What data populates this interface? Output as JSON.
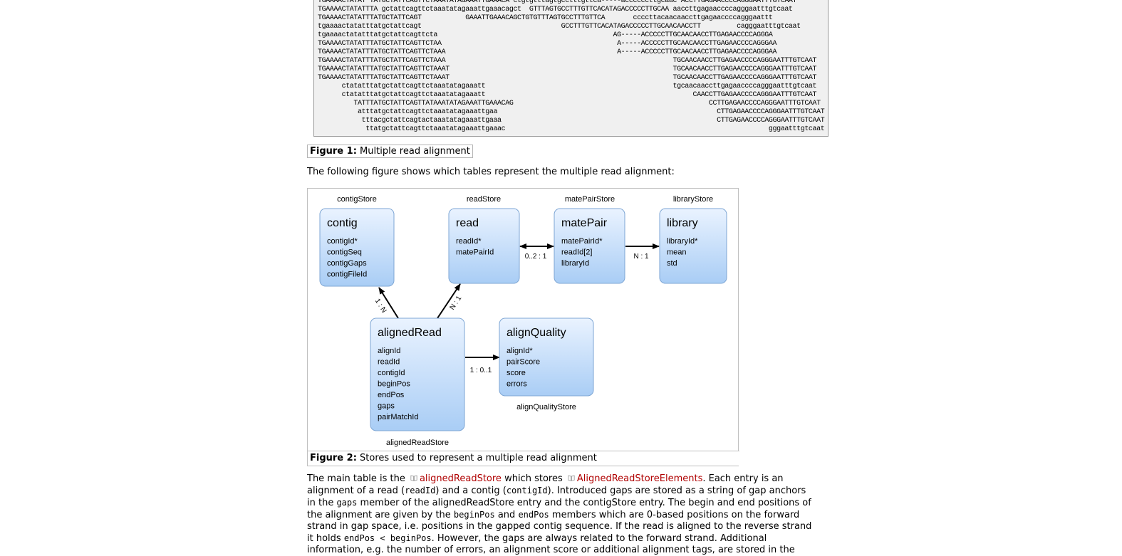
{
  "alignment_lines": [
    "TGAAAACTATAT TATGCTATTCAGTTCTAAATATAGAAATTGAAACA ctgtgtttagtgcctttgttca-----accccccttgcaac ACCTTGAGAACCCCAGGGAATTTGTCAAT",
    "TGAAAACTATATTTA gctattcagttctaaatatagaaattgaaacagct  GTTTAGTGCCTTTGTTCACATAGACCCCCTTGCAA aaccttgagaaccccagggaatttgtcaat",
    "TGAAAACTATATTTATGCTATTCAGT           GAAATTGAAACAGCTGTGTTTAGTGCCTTTGTTCA       ccccttacaacaaccttgagaaccccagggaattt",
    "tgaaaactatatttatgctattcagt                                   GCCTTTGTTCACATAGACCCCCTTGCAACAACCTT         cagggaatttgtcaat",
    "tgaaaactatatttatgctattcagttcta                                            AG-----ACCCCCTTGCAACAACCTTGAGAACCCCAGGGA",
    "TGAAAACTATATTTATGCTATTCAGTTCTAA                                            A-----ACCCCCTTGCAACAACCTTGAGAACCCCAGGGAA",
    "TGAAAACTATATTTATGCTATTCAGTTCTAAA                                           A-----ACCCCCTTGCAACAACCTTGAGAACCCCAGGGAA",
    "TGAAAACTATATTTATGCTATTCAGTTCTAAA                                                         TGCAACAACCTTGAGAACCCCAGGGAATTTGTCAAT",
    "TGAAAACTATATTTATGCTATTCAGTTCTAAAT                                                        TGCAACAACCTTGAGAACCCCAGGGAATTTGTCAAT",
    "TGAAAACTATATTTATGCTATTCAGTTCTAAAT                                                        TGCAACAACCTTGAGAACCCCAGGGAATTTGTCAAT",
    "      ctatatttatgctattcagttctaaatatagaaatt                                               tgcaacaaccttgagaaccccagggaatttgtcaat",
    "      ctatatttatgctattcagttctaaatatagaaatt                                                    CAACCTTGAGAACCCCAGGGAATTTGTCAAT",
    "         TATTTATGCTATTCAGTTATAAATATAGAAATTGAAACAG                                                 CCTTGAGAACCCCAGGGAATTTGTCAAT",
    "          atttatgctattcagttctaaatatagaaattgaa                                                       CTTGAGAACCCCAGGGAATTTGTCAAT",
    "           tttacgctattcagtactaaatatagaaattgaaa                                                      CTTGAGAACCCCAGGGAATTTGTCAAT",
    "            ttatgctattcagttctaaatatagaaattgaaac                                                                  gggaatttgtcaat"
  ],
  "figure1": {
    "label": "Figure 1:",
    "text": " Multiple read alignment"
  },
  "intro_text": "The following figure shows which tables represent the multiple read alignment:",
  "diagram": {
    "entities": [
      {
        "store": "contigStore",
        "title": "contig",
        "fields": [
          "contigId*",
          "contigSeq",
          "contigGaps",
          "contigFileId"
        ]
      },
      {
        "store": "readStore",
        "title": "read",
        "fields": [
          "readId*",
          "matePairId"
        ]
      },
      {
        "store": "matePairStore",
        "title": "matePair",
        "fields": [
          "matePairId*",
          "readId[2]",
          "libraryId"
        ]
      },
      {
        "store": "libraryStore",
        "title": "library",
        "fields": [
          "libraryId*",
          "mean",
          "std"
        ]
      },
      {
        "store": "alignedReadStore",
        "title": "alignedRead",
        "fields": [
          "alignId",
          "readId",
          "contigId",
          "beginPos",
          "endPos",
          "gaps",
          "pairMatchId"
        ]
      },
      {
        "store": "alignQualityStore",
        "title": "alignQuality",
        "fields": [
          "alignId*",
          "pairScore",
          "score",
          "errors"
        ]
      }
    ],
    "relations": [
      {
        "from": "read",
        "to": "matePair",
        "label": "0..2 : 1"
      },
      {
        "from": "matePair",
        "to": "library",
        "label": "N : 1"
      },
      {
        "from": "alignedRead",
        "to": "contig",
        "label": "1 : N"
      },
      {
        "from": "alignedRead",
        "to": "read",
        "label": "N : 1"
      },
      {
        "from": "alignedRead",
        "to": "alignQuality",
        "label": "1 : 0..1"
      }
    ]
  },
  "figure2": {
    "label": "Figure 2:",
    "text": " Stores used to represent a multiple read alignment"
  },
  "paragraph": {
    "l1_a": "The main table is the ",
    "link1": "alignedReadStore",
    "l1_b": " which stores ",
    "link2": "AlignedReadStoreElements",
    "l1_c": ". Each entry is an",
    "l2_a": "alignment of a read (",
    "code_readId": "readId",
    "l2_b": ") and a contig (",
    "code_contigId": "contigId",
    "l2_c": "). Introduced gaps are stored as a string of gap anchors",
    "l3_a": "in the ",
    "code_gaps": "gaps",
    "l3_b": " member of the alignedReadStore entry and the contigStore entry. The begin and end positions of",
    "l4_a": "the alignment are given by the ",
    "code_beginPos": "beginPos",
    "l4_b": " and ",
    "code_endPos": "endPos",
    "l4_c": " members which are 0-based positions on the forward",
    "l5": "strand in gap space, i.e. positions in the gapped contig sequence. If the read is aligned to the reverse strand",
    "l6_a": "it holds ",
    "code_expr": "endPos < beginPos",
    "l6_b": ". However, the gaps are always related to the forward strand. Additional",
    "l7": "information, e.g. the number of errors, an alignment score or additional alignment tags, are stored in the"
  },
  "colors": {
    "link": "#b00000",
    "box_top": "#eaf3ff",
    "box_bottom": "#a9cdf5",
    "box_border": "#7ea6d4"
  }
}
